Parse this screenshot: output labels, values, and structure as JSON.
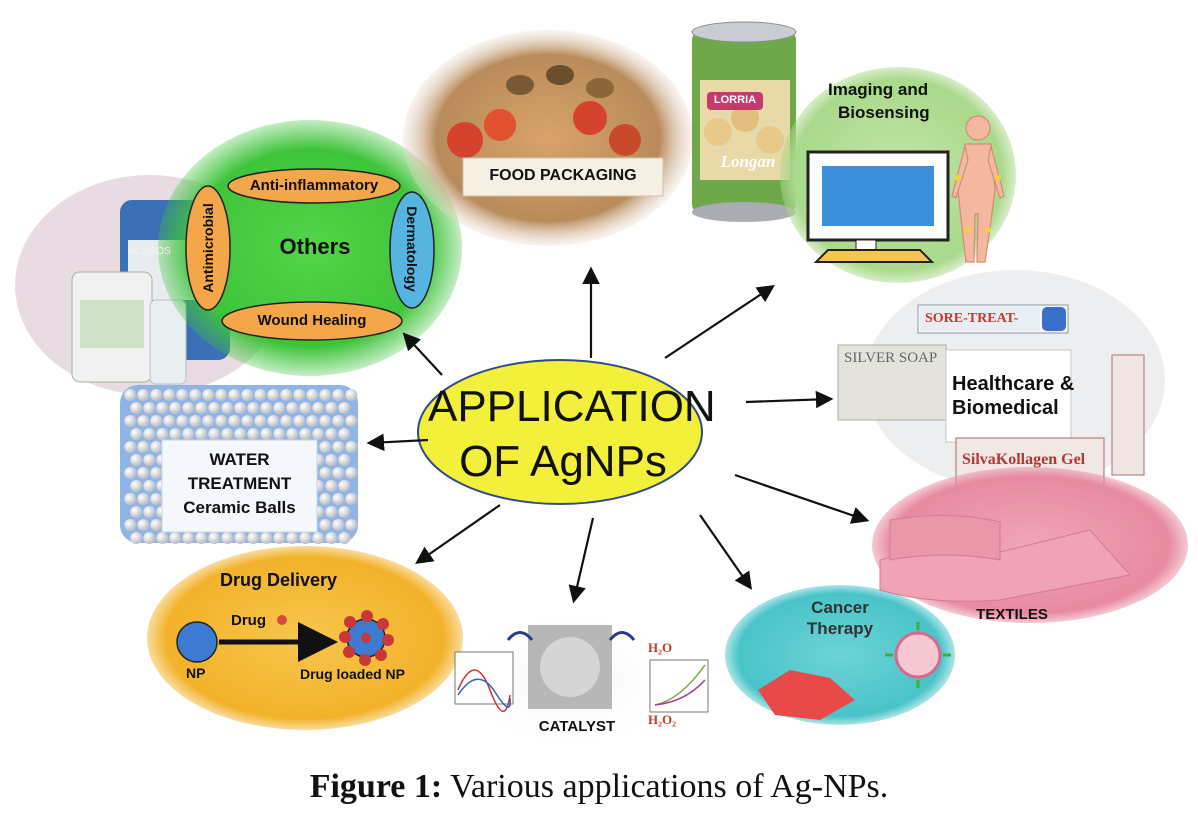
{
  "center": {
    "line1": "APPLICATION",
    "line2": "OF AgNPs"
  },
  "others": {
    "title": "Others",
    "anti_inflammatory": "Anti-inflammatory",
    "antimicrobial": "Antimicrobial",
    "dermatology": "Dermatology",
    "wound_healing": "Wound Healing"
  },
  "food_packaging": {
    "label": "FOOD PACKAGING",
    "can_brand": "LORRIA",
    "can_product": "Longan"
  },
  "imaging": {
    "line1": "Imaging and",
    "line2": "Biosensing"
  },
  "healthcare": {
    "line1": "Healthcare &",
    "line2": "Biomedical",
    "product_sore_treat": "SORE-TREAT-",
    "product_silver_soap": "SILVER SOAP",
    "product_silvakollagen": "SilvaKollagen Gel"
  },
  "water": {
    "line1": "WATER",
    "line2": "TREATMENT",
    "line3": "Ceramic Balls",
    "product_acuros": "ACUROS"
  },
  "drug_delivery": {
    "title": "Drug Delivery",
    "drug": "Drug",
    "np": "NP",
    "loaded": "Drug loaded NP"
  },
  "catalyst": {
    "label": "CATALYST",
    "h2o": "H₂O",
    "h2o2": "H₂O₂"
  },
  "cancer": {
    "line1": "Cancer",
    "line2": "Therapy"
  },
  "textiles": {
    "label": "TEXTILES"
  },
  "caption": {
    "bold": "Figure 1:",
    "text": " Various applications of Ag-NPs."
  },
  "colors": {
    "center_fill": "#f2f03a",
    "others_fill": "#3ec43a",
    "imaging_fill": "#a9d98a",
    "drug_fill": "#f3b22a",
    "cancer_fill": "#49c4c9",
    "textile_fill": "#e88aa0",
    "oval_orange": "#f3a64a",
    "oval_blue": "#56b4e0"
  }
}
